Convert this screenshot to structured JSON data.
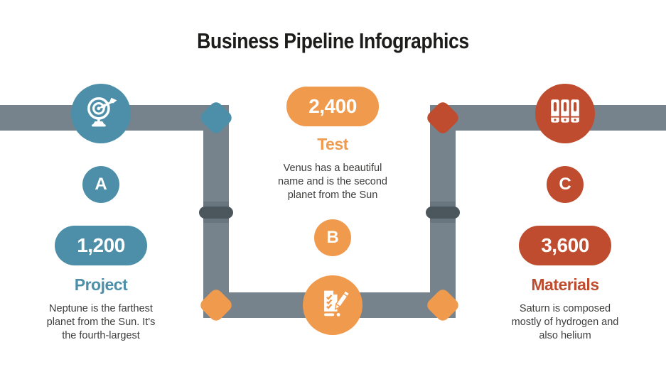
{
  "slide": {
    "title": "Business Pipeline Infographics",
    "background": "#ffffff"
  },
  "palette": {
    "teal": "#4d8fa8",
    "orange": "#f09a4e",
    "red": "#bf4c2e",
    "pipe_gray": "#76838c",
    "coupling_dark": "#4c565d",
    "title_text": "#1d1d1b",
    "body_text": "#3d3d3c"
  },
  "stages": [
    {
      "letter": "A",
      "value": "1,200",
      "label": "Project",
      "description": "Neptune is the farthest\nplanet from the Sun. It's\nthe fourth-largest",
      "icon": "target-icon",
      "color": "#4d8fa8"
    },
    {
      "letter": "B",
      "value": "2,400",
      "label": "Test",
      "description": "Venus has a beautiful\nname and is the second\nplanet from the Sun",
      "icon": "checklist-icon",
      "color": "#f09a4e"
    },
    {
      "letter": "C",
      "value": "3,600",
      "label": "Materials",
      "description": "Saturn is composed\nmostly of hydrogen and\nalso helium",
      "icon": "binders-icon",
      "color": "#bf4c2e"
    }
  ]
}
